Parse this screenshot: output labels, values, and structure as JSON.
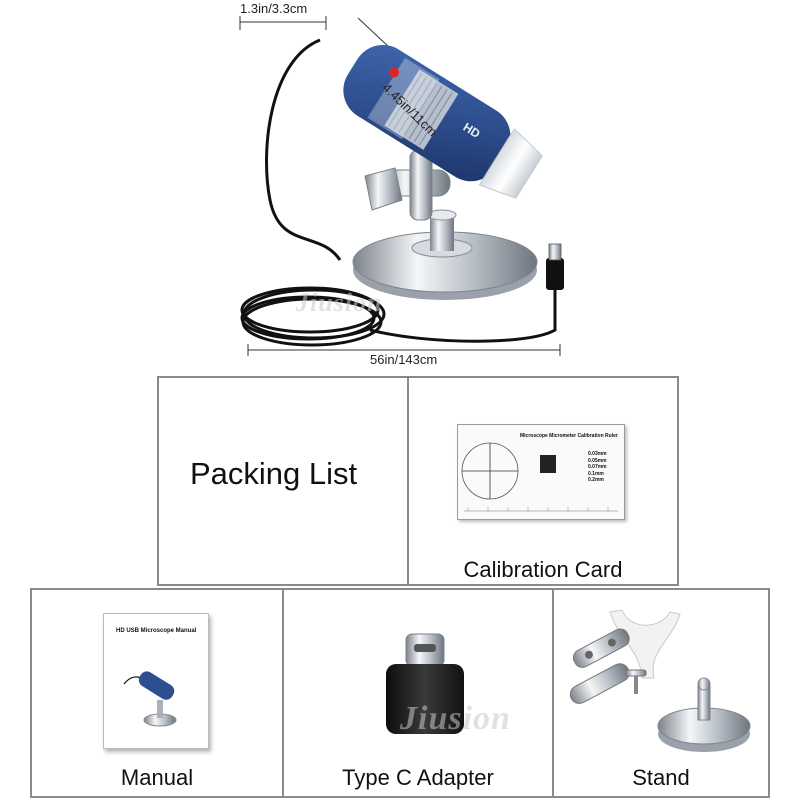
{
  "product": {
    "dim_diameter": "1.3in/3.3cm",
    "dim_length": "4.45in/11cm",
    "dim_cable": "56in/143cm",
    "watermark": "Jiusion"
  },
  "packing": {
    "title": "Packing List",
    "calibration_caption": "Calibration Card",
    "calibration_card": {
      "heading": "Microscope Micrometer Calibration Ruler",
      "scales": [
        "0.03mm",
        "0.05mm",
        "0.07mm",
        "0.1mm",
        "0.2mm"
      ]
    }
  },
  "items": [
    {
      "caption": "Manual",
      "cover_title": "HD USB Microscope Manual"
    },
    {
      "caption": "Type C Adapter"
    },
    {
      "caption": "Stand"
    }
  ],
  "colors": {
    "microscope_body": "#2e4f8f",
    "frame_border": "#8a8a8a",
    "chrome": "#c9ced6"
  }
}
